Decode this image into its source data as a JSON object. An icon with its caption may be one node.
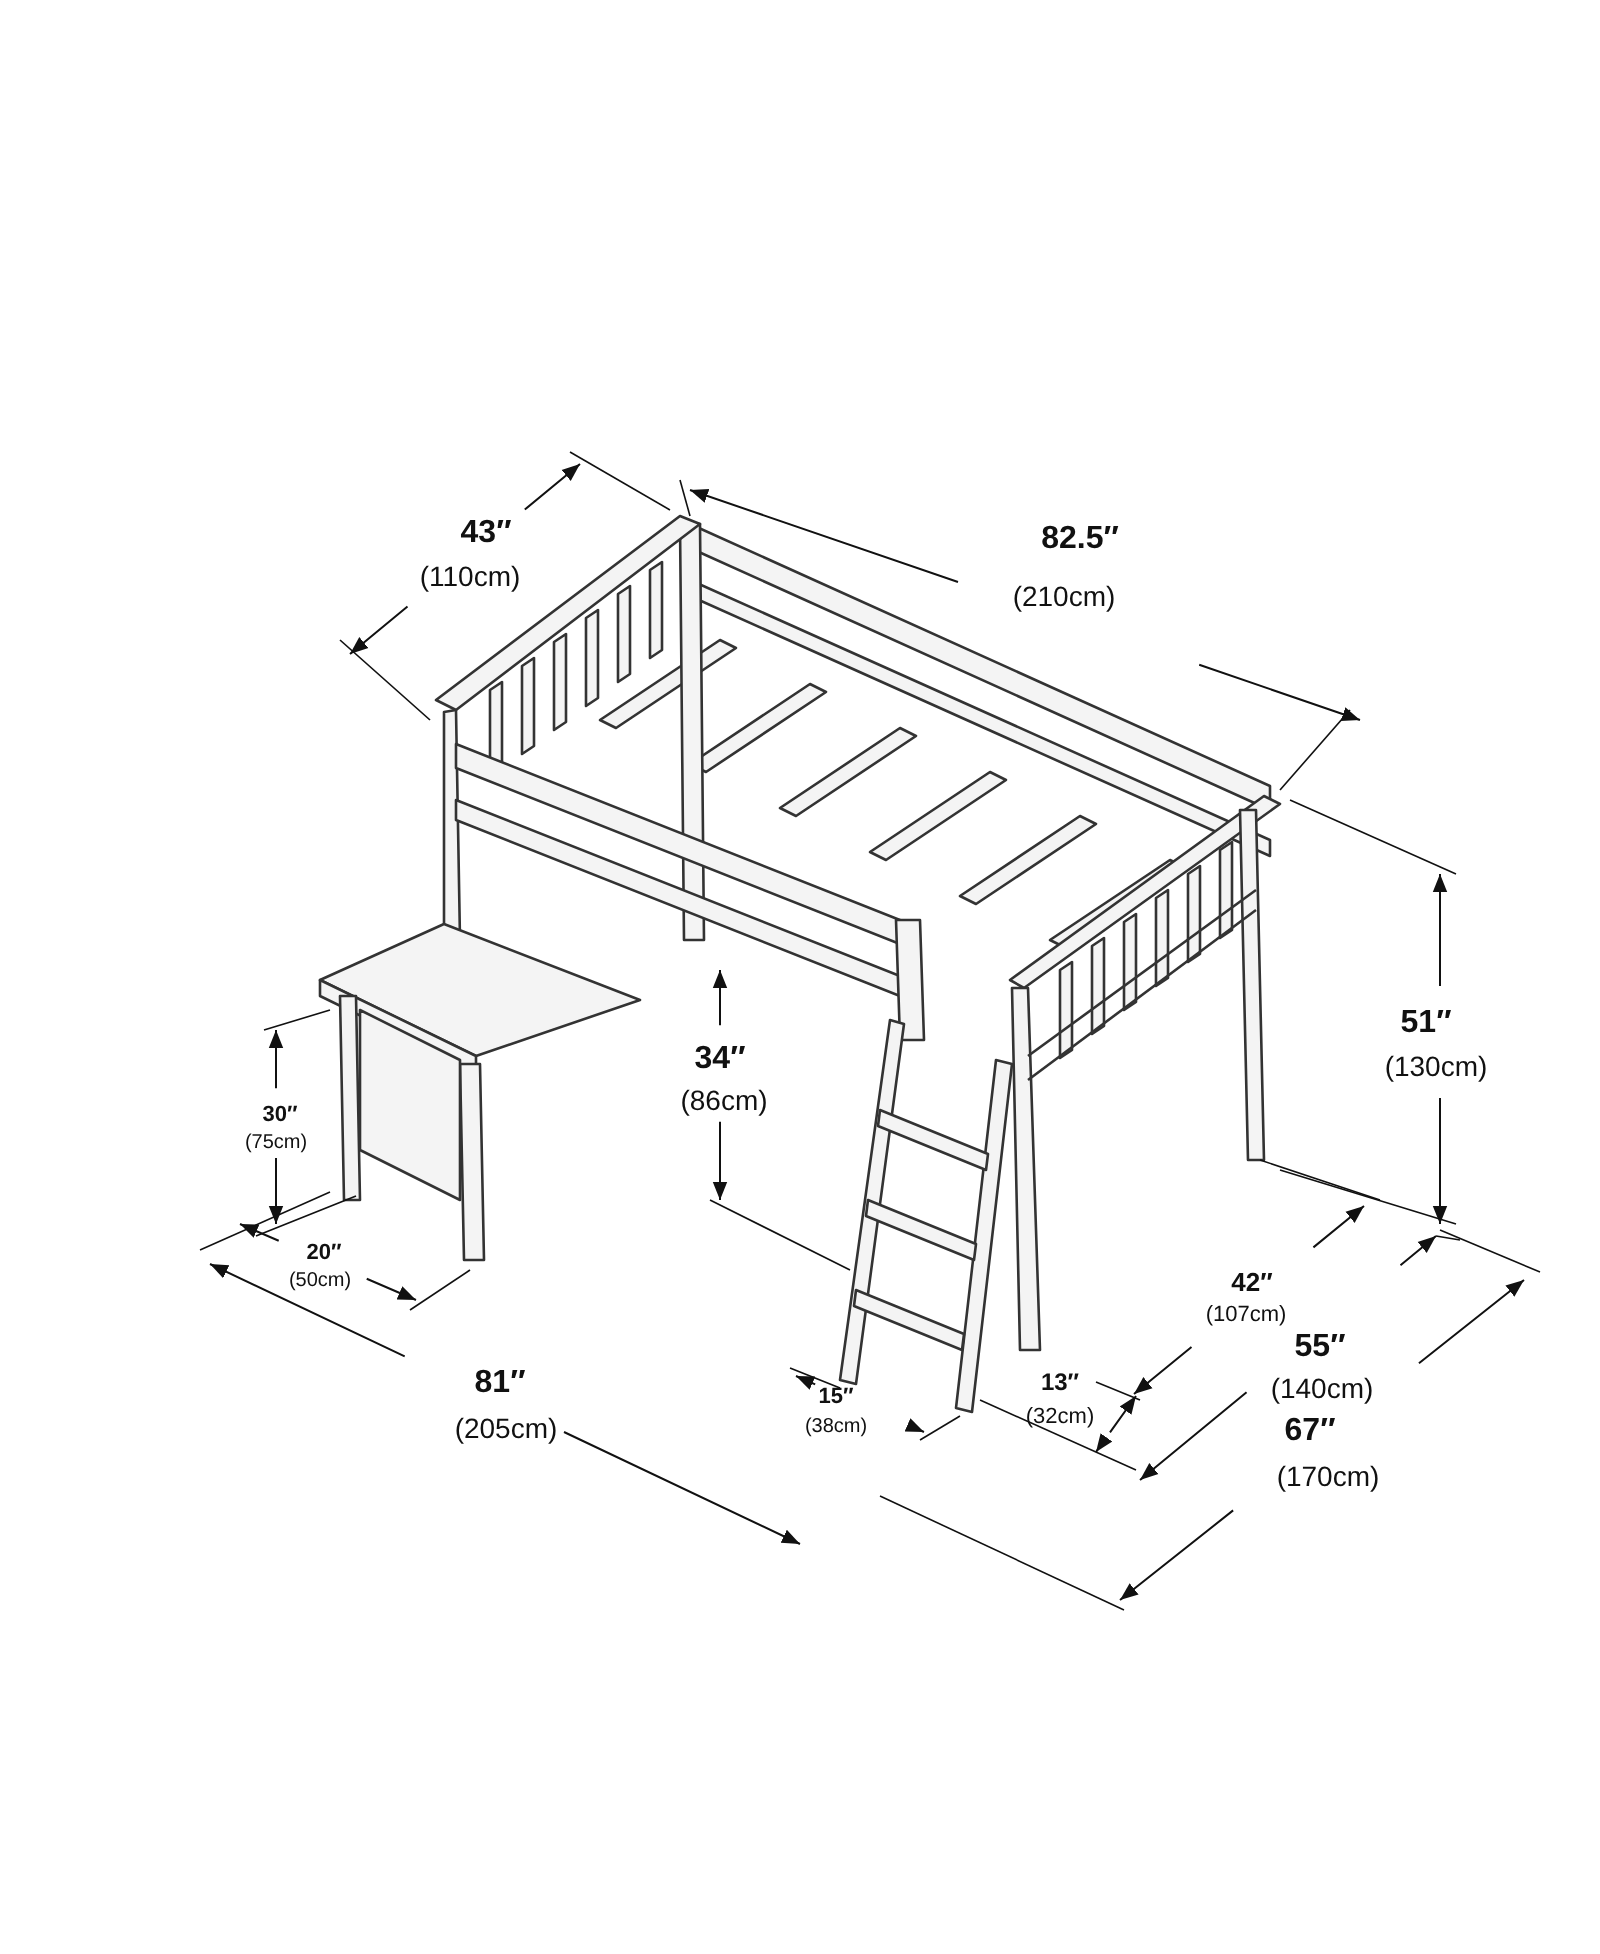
{
  "diagram": {
    "labels": [
      "43″",
      "(110cm)",
      "82.5″",
      "(210cm)",
      "51″",
      "(130cm)",
      "34″",
      "(86cm)",
      "30″",
      "(75cm)",
      "20″",
      "(50cm)",
      "42″",
      "(107cm)",
      "55″",
      "(140cm)",
      "81″",
      "(205cm)",
      "15″",
      "(38cm)",
      "13″",
      "(32cm)",
      "67″",
      "(170cm)"
    ]
  }
}
